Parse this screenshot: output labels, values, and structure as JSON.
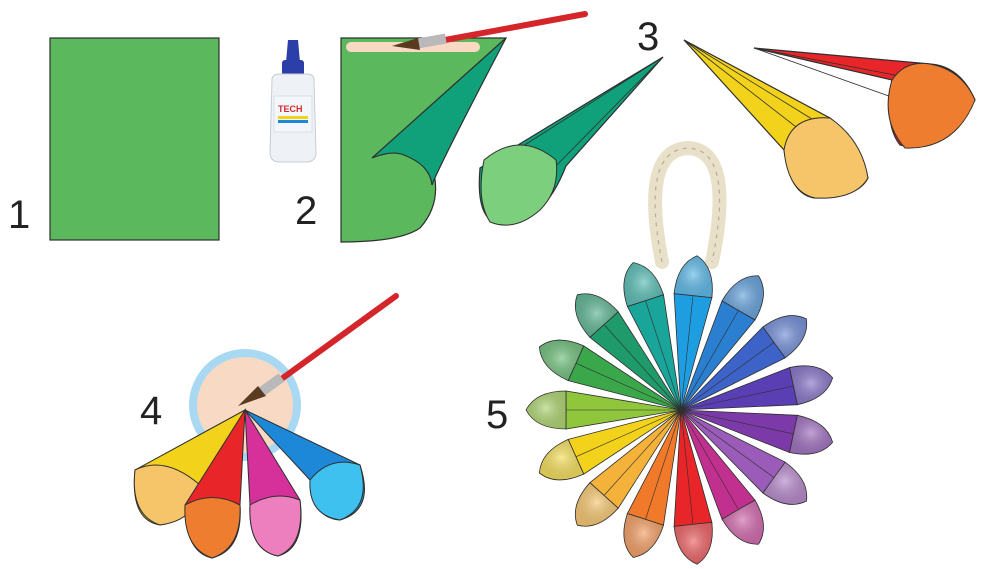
{
  "steps": [
    {
      "number": "1"
    },
    {
      "number": "2"
    },
    {
      "number": "3"
    },
    {
      "number": "4"
    },
    {
      "number": "5"
    }
  ],
  "glue_bottle": {
    "label": "TECH"
  },
  "colors": {
    "paper_green": "#5cb85c",
    "teal": "#10a07a",
    "yellow": "#f2d21a",
    "red": "#e8262a",
    "orange": "#ef7d2f",
    "pink": "#d6309a",
    "blue": "#1e88d8",
    "rope": "#e8e0c8",
    "glue_circle": "#f7d9c4",
    "glue_ring": "#a9d9f2",
    "brush_handle": "#d4262a"
  },
  "flower_colors": [
    "#1aa59a",
    "#1e9ee0",
    "#2a7fd0",
    "#3d63c8",
    "#5a3fb4",
    "#7b3aa8",
    "#9b5bb8",
    "#c2308f",
    "#e8262a",
    "#f07a2a",
    "#f5b23a",
    "#f2d21a",
    "#8fc63b",
    "#3aa84a",
    "#1f9a6a"
  ],
  "fan_colors": [
    "#f2d21a",
    "#e8262a",
    "#d6309a",
    "#1e88d8"
  ]
}
